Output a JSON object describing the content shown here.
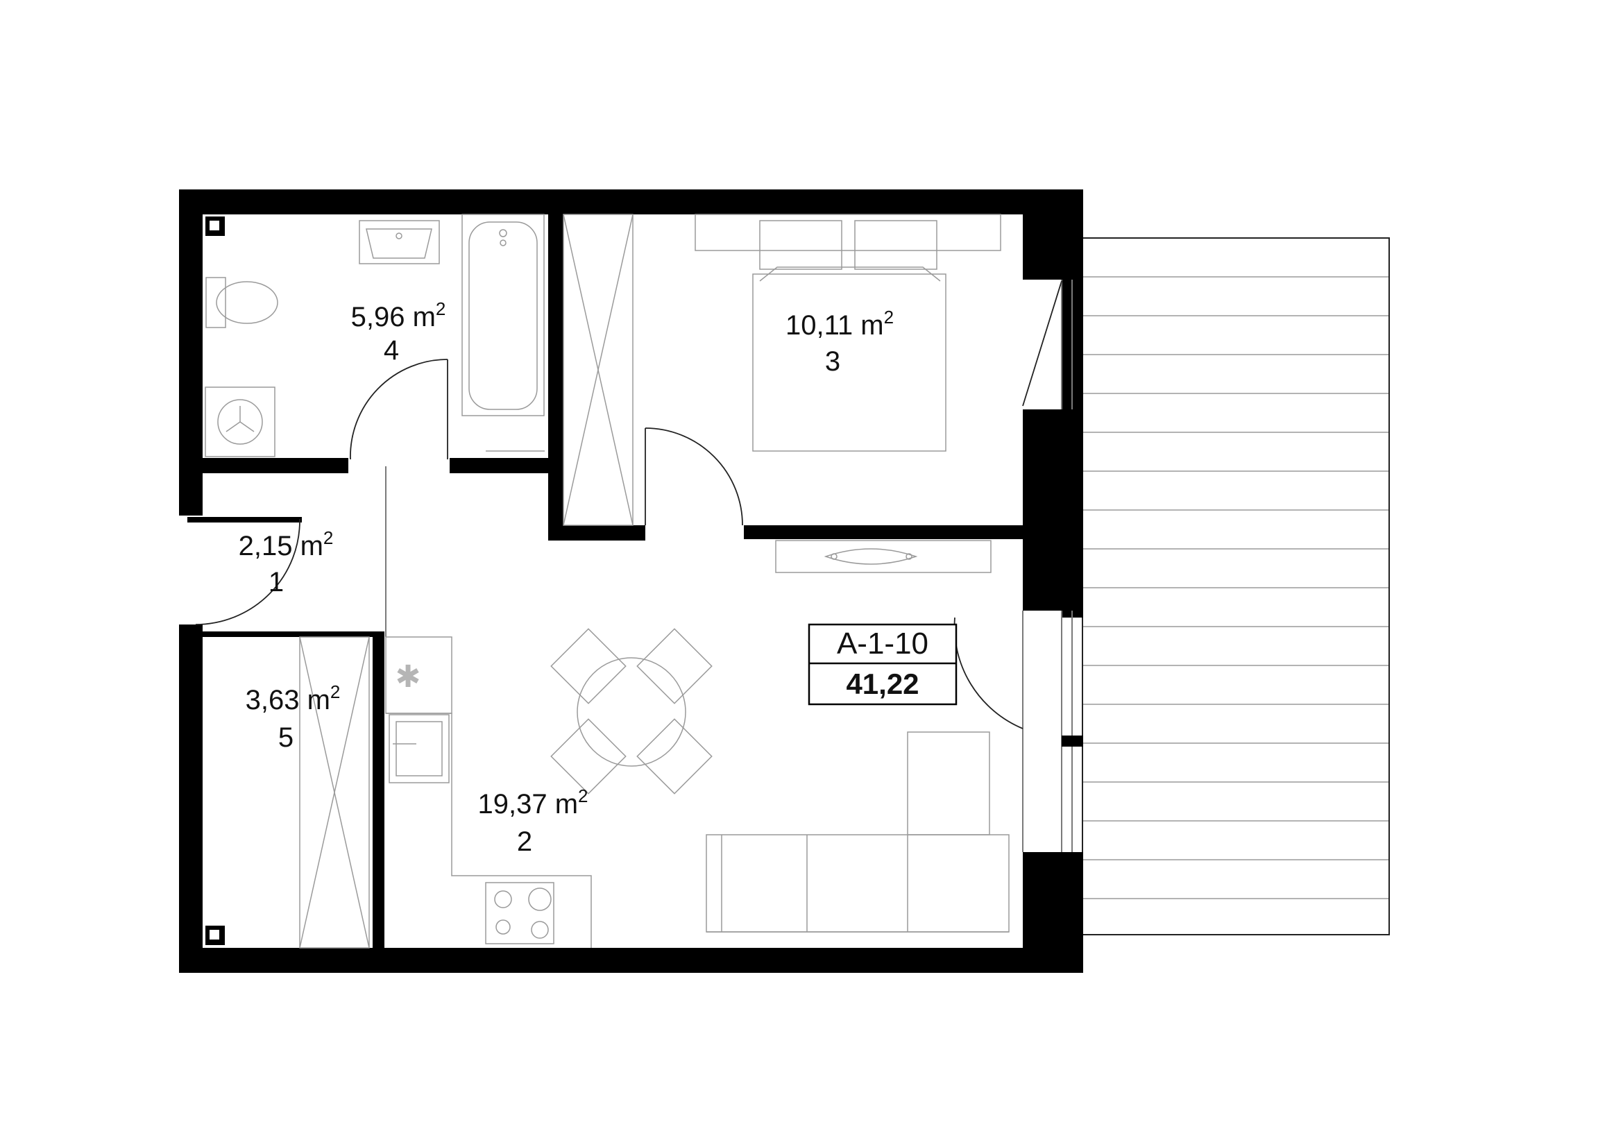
{
  "unit": {
    "code": "A-1-10",
    "total_area": "41,22"
  },
  "unit_of_measure": "m",
  "superscript": "2",
  "rooms": [
    {
      "id": "room-4",
      "area": "5,96",
      "number": "4"
    },
    {
      "id": "room-3",
      "area": "10,11",
      "number": "3"
    },
    {
      "id": "room-1",
      "area": "2,15",
      "number": "1"
    },
    {
      "id": "room-5",
      "area": "3,63",
      "number": "5"
    },
    {
      "id": "room-2",
      "area": "19,37",
      "number": "2"
    }
  ],
  "colors": {
    "wall": "#000000",
    "line": "#9a9a9a",
    "background": "#ffffff"
  }
}
